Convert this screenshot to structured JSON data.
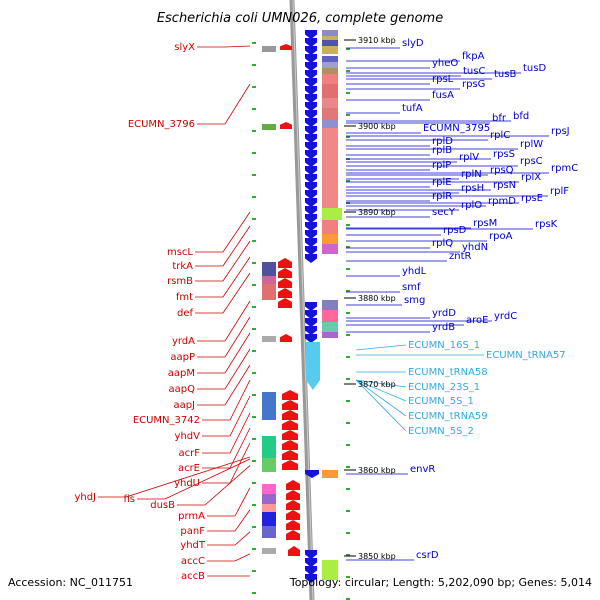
{
  "title": "Escherichia coli UMN026, complete genome",
  "footer": {
    "accession": "Accession: NC_011751",
    "topology": "Topology: circular; Length: 5,202,090 bp; Genes: 5,014"
  },
  "colors": {
    "left_labels": "#cc0000",
    "right_labels": "#0000cc",
    "rna_labels": "#33aadd",
    "kbp_labels": "#000000"
  },
  "left_genes": [
    {
      "name": "slyX"
    },
    {
      "name": "ECUMN_3796"
    },
    {
      "name": "mscL"
    },
    {
      "name": "trkA"
    },
    {
      "name": "rsmB"
    },
    {
      "name": "fmt"
    },
    {
      "name": "def"
    },
    {
      "name": "yrdA"
    },
    {
      "name": "aapP"
    },
    {
      "name": "aapM"
    },
    {
      "name": "aapQ"
    },
    {
      "name": "aapJ"
    },
    {
      "name": "ECUMN_3742"
    },
    {
      "name": "yhdV"
    },
    {
      "name": "acrF"
    },
    {
      "name": "acrE"
    },
    {
      "name": "yhdU"
    },
    {
      "name": "yhdJ"
    },
    {
      "name": "fis"
    },
    {
      "name": "dusB"
    },
    {
      "name": "prmA"
    },
    {
      "name": "panF"
    },
    {
      "name": "yhdT"
    },
    {
      "name": "accC"
    },
    {
      "name": "accB"
    }
  ],
  "right_genes": [
    {
      "name": "slyD"
    },
    {
      "name": "fkpA"
    },
    {
      "name": "yheO"
    },
    {
      "name": "tusC"
    },
    {
      "name": "tusB"
    },
    {
      "name": "tusD"
    },
    {
      "name": "rpsL"
    },
    {
      "name": "rpsG"
    },
    {
      "name": "fusA"
    },
    {
      "name": "tufA"
    },
    {
      "name": "bfr"
    },
    {
      "name": "bfd"
    },
    {
      "name": "ECUMN_3795"
    },
    {
      "name": "rpsJ"
    },
    {
      "name": "rplC"
    },
    {
      "name": "rplD"
    },
    {
      "name": "rplW"
    },
    {
      "name": "rplB"
    },
    {
      "name": "rpsS"
    },
    {
      "name": "rplV"
    },
    {
      "name": "rpsC"
    },
    {
      "name": "rplP"
    },
    {
      "name": "rpmC"
    },
    {
      "name": "rpsQ"
    },
    {
      "name": "rplN"
    },
    {
      "name": "rplX"
    },
    {
      "name": "rplE"
    },
    {
      "name": "rpsN"
    },
    {
      "name": "rpsH"
    },
    {
      "name": "rplF"
    },
    {
      "name": "rplR"
    },
    {
      "name": "rpsE"
    },
    {
      "name": "rpmD"
    },
    {
      "name": "rplO"
    },
    {
      "name": "secY"
    },
    {
      "name": "rpsM"
    },
    {
      "name": "rpsK"
    },
    {
      "name": "rpsD"
    },
    {
      "name": "rpoA"
    },
    {
      "name": "rplQ"
    },
    {
      "name": "yhdN"
    },
    {
      "name": "zntR"
    },
    {
      "name": "yhdL"
    },
    {
      "name": "smf"
    },
    {
      "name": "smg"
    },
    {
      "name": "yrdD"
    },
    {
      "name": "aroE"
    },
    {
      "name": "yrdC"
    },
    {
      "name": "yrdB"
    },
    {
      "name": "envR"
    },
    {
      "name": "csrD"
    }
  ],
  "rna_genes": [
    {
      "name": "ECUMN_16S_1"
    },
    {
      "name": "ECUMN_tRNA57"
    },
    {
      "name": "ECUMN_tRNA58"
    },
    {
      "name": "ECUMN_23S_1"
    },
    {
      "name": "ECUMN_5S_1"
    },
    {
      "name": "ECUMN_tRNA59"
    },
    {
      "name": "ECUMN_5S_2"
    }
  ],
  "kbp_markers": [
    {
      "label": "3910 kbp"
    },
    {
      "label": "3900 kbp"
    },
    {
      "label": "3890 kbp"
    },
    {
      "label": "3880 kbp"
    },
    {
      "label": "3870 kbp"
    },
    {
      "label": "3860 kbp"
    },
    {
      "label": "3850 kbp"
    }
  ]
}
